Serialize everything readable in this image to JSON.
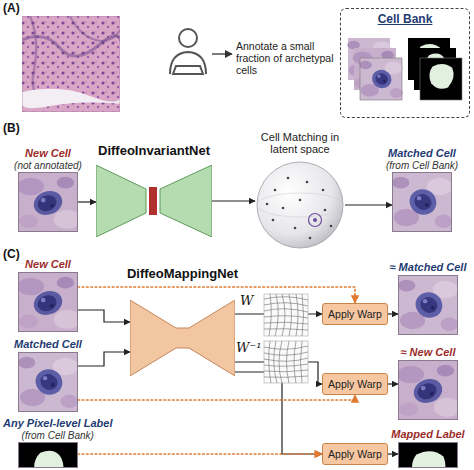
{
  "diagram": {
    "nodes": [
      {
        "text": [
          "Cell Bank"
        ]
      },
      {
        "text": [
          "New Cell",
          "(not annotated)"
        ]
      },
      {
        "text": [
          "DiffeoInvariantNet"
        ]
      },
      {
        "text": [
          "Cell Matching in latent space"
        ]
      },
      {
        "text": [
          "Matched Cell",
          "(from Cell Bank)"
        ]
      },
      {
        "text": [
          "New Cell"
        ]
      },
      {
        "text": [
          "DiffeoMappingNet"
        ]
      },
      {
        "text": [
          "Matched Cell"
        ]
      },
      {
        "text": [
          "Apply Warp"
        ]
      },
      {
        "text": [
          "≈ Matched Cell"
        ]
      },
      {
        "text": [
          "Apply Warp"
        ]
      },
      {
        "text": [
          "≈ New Cell"
        ]
      },
      {
        "text": [
          "Any Pixel-level Label",
          "(from Cell Bank)"
        ]
      },
      {
        "text": [
          "Apply Warp"
        ]
      },
      {
        "text": [
          "Mapped Label"
        ]
      }
    ],
    "edges": [
      {
        "from": 1,
        "to": 2,
        "arrow": "to"
      },
      {
        "from": 2,
        "to": 3,
        "arrow": "to"
      },
      {
        "from": 3,
        "to": 4,
        "arrow": "to"
      },
      {
        "from": 5,
        "to": 6,
        "arrow": "to"
      },
      {
        "from": 7,
        "to": 6,
        "arrow": "to"
      },
      {
        "from": 6,
        "to": 8,
        "arrow": "to"
      },
      {
        "from": 6,
        "to": 10,
        "arrow": "to"
      },
      {
        "from": 6,
        "to": 13,
        "arrow": "to"
      },
      {
        "from": 5,
        "to": 8,
        "arrow": "to"
      },
      {
        "from": 7,
        "to": 10,
        "arrow": "to"
      },
      {
        "from": 8,
        "to": 9,
        "arrow": "to"
      },
      {
        "from": 10,
        "to": 11,
        "arrow": "to"
      },
      {
        "from": 12,
        "to": 13,
        "arrow": "to"
      },
      {
        "from": 13,
        "to": 14,
        "arrow": "to"
      }
    ],
    "labels": [
      "(A)",
      "Annotate a small fraction of archetypal cells",
      "(B)",
      "(C)",
      "W",
      "W⁻¹"
    ]
  }
}
